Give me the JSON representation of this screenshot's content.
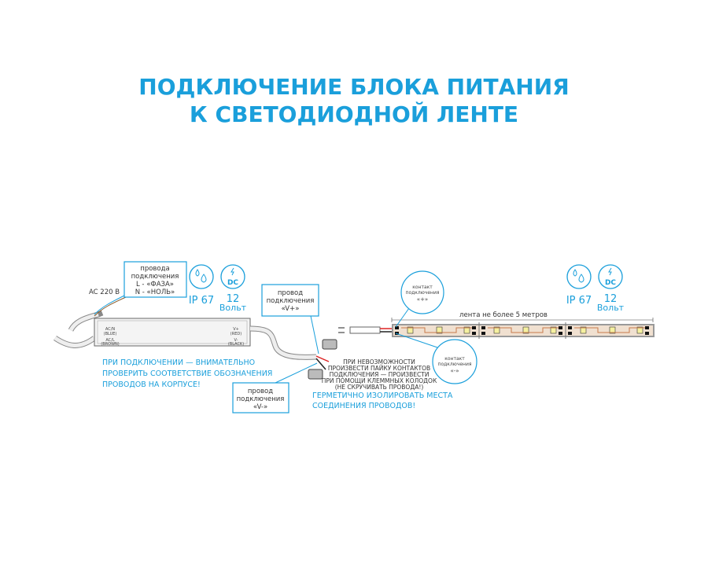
{
  "title": {
    "line1": "ПОДКЛЮЧЕНИЕ БЛОКА ПИТАНИЯ",
    "line2": "К СВЕТОДИОДНОЙ ЛЕНТЕ"
  },
  "input": {
    "voltage": "AC 220 B",
    "box": [
      "провода",
      "подключения",
      "L - «ФАЗА»",
      "N - «НОЛЬ»"
    ]
  },
  "specs": {
    "ip": "IP 67",
    "volts": "12",
    "volts_unit": "Вольт",
    "dc": "DC"
  },
  "psu": {
    "left": [
      "AC/N",
      "(BLUE)",
      "AC/L",
      "(BROWN)"
    ],
    "right": [
      "V+",
      "(RED)",
      "V-",
      "(BLACK)"
    ]
  },
  "warning": [
    "ПРИ ПОДКЛЮЧЕНИИ — ВНИМАТЕЛЬНО",
    "ПРОВЕРИТЬ СООТВЕТСТВИЕ ОБОЗНАЧЕНИЯ",
    "ПРОВОДОВ НА КОРПУСЕ!"
  ],
  "vplus": [
    "провод",
    "подключения",
    "«V+»"
  ],
  "vminus": [
    "провод",
    "подключения",
    "«V-»"
  ],
  "solder_note": [
    "ПРИ НЕВОЗМОЖНОСТИ",
    "ПРОИЗВЕСТИ ПАЙКУ КОНТАКТОВ",
    "ПОДКЛЮЧЕНИЯ — ПРОИЗВЕСТИ",
    "ПРИ ПОМОЩИ КЛЕММНЫХ КОЛОДОК",
    "(НЕ СКРУЧИВАТЬ ПРОВОДА!)"
  ],
  "insulate": [
    "ГЕРМЕТИЧНО ИЗОЛИРОВАТЬ МЕСТА",
    "СОЕДИНЕНИЯ ПРОВОДОВ!"
  ],
  "strip": {
    "length": "лента не более 5 метров",
    "plus": [
      "контакт",
      "подключения",
      "«+»"
    ],
    "minus": [
      "контакт",
      "подключения",
      "«-»"
    ]
  },
  "colors": {
    "accent": "#1a9fdb"
  }
}
